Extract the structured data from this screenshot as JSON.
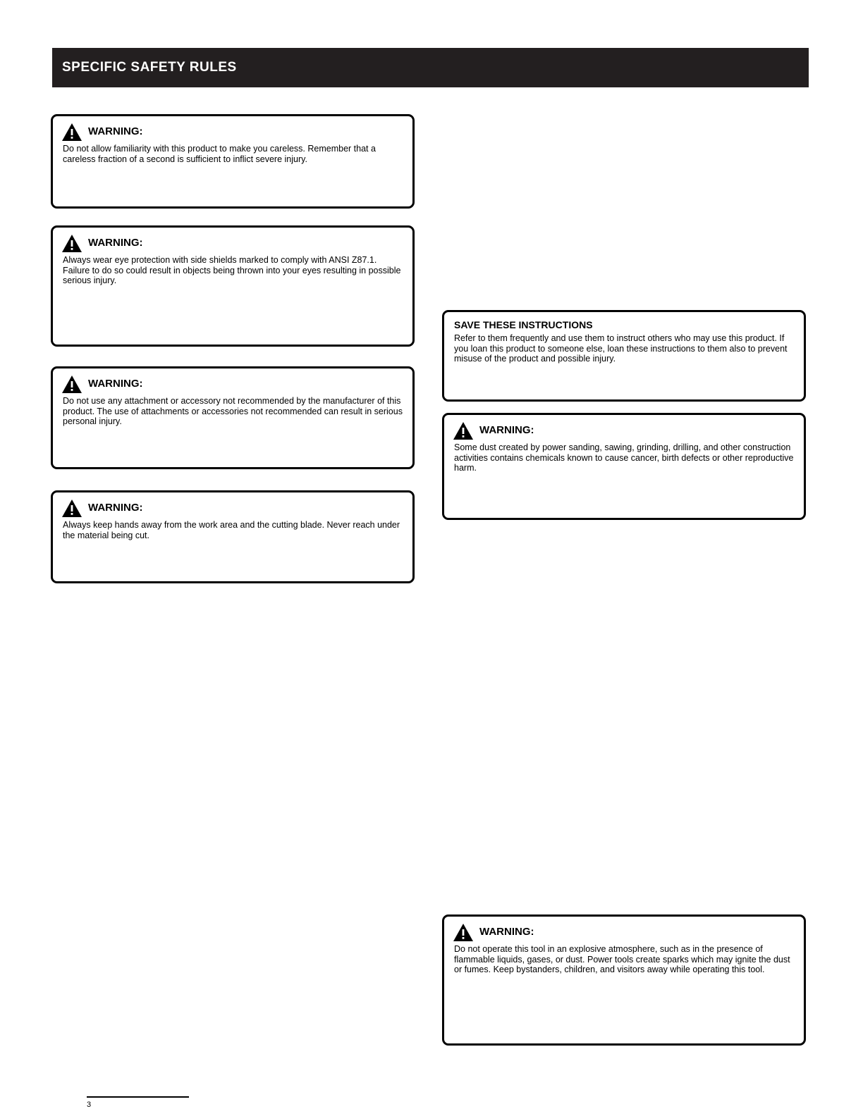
{
  "header": {
    "title": "SPECIFIC SAFETY RULES"
  },
  "left_column": {
    "boxes": [
      {
        "name": "warning-box-1",
        "title": "WARNING:",
        "body": "Do not allow familiarity with this product to make you careless. Remember that a careless fraction of a second is sufficient to inflict severe injury."
      },
      {
        "name": "warning-box-2",
        "title": "WARNING:",
        "body": "Always wear eye protection with side shields marked to comply with ANSI Z87.1. Failure to do so could result in objects being thrown into your eyes resulting in possible serious injury."
      },
      {
        "name": "warning-box-3",
        "title": "WARNING:",
        "body": "Do not use any attachment or accessory not recommended by the manufacturer of this product. The use of attachments or accessories not recommended can result in serious personal injury."
      },
      {
        "name": "warning-box-4",
        "title": "WARNING:",
        "body": "Always keep hands away from the work area and the cutting blade. Never reach under the material being cut."
      }
    ]
  },
  "right_column": {
    "plain_box": {
      "name": "notice-box",
      "title": "SAVE THESE INSTRUCTIONS",
      "body": "Refer to them frequently and use them to instruct others who may use this product. If you loan this product to someone else, loan these instructions to them also to prevent misuse of the product and possible injury."
    },
    "boxes": [
      {
        "name": "warning-box-5",
        "title": "WARNING:",
        "body": "Some dust created by power sanding, sawing, grinding, drilling, and other construction activities contains chemicals known to cause cancer, birth defects or other reproductive harm."
      },
      {
        "name": "warning-box-6",
        "title": "WARNING:",
        "body": "Do not operate this tool in an explosive atmosphere, such as in the presence of flammable liquids, gases, or dust. Power tools create sparks which may ignite the dust or fumes. Keep bystanders, children, and visitors away while operating this tool."
      }
    ]
  },
  "footer": {
    "page_label": "3"
  }
}
